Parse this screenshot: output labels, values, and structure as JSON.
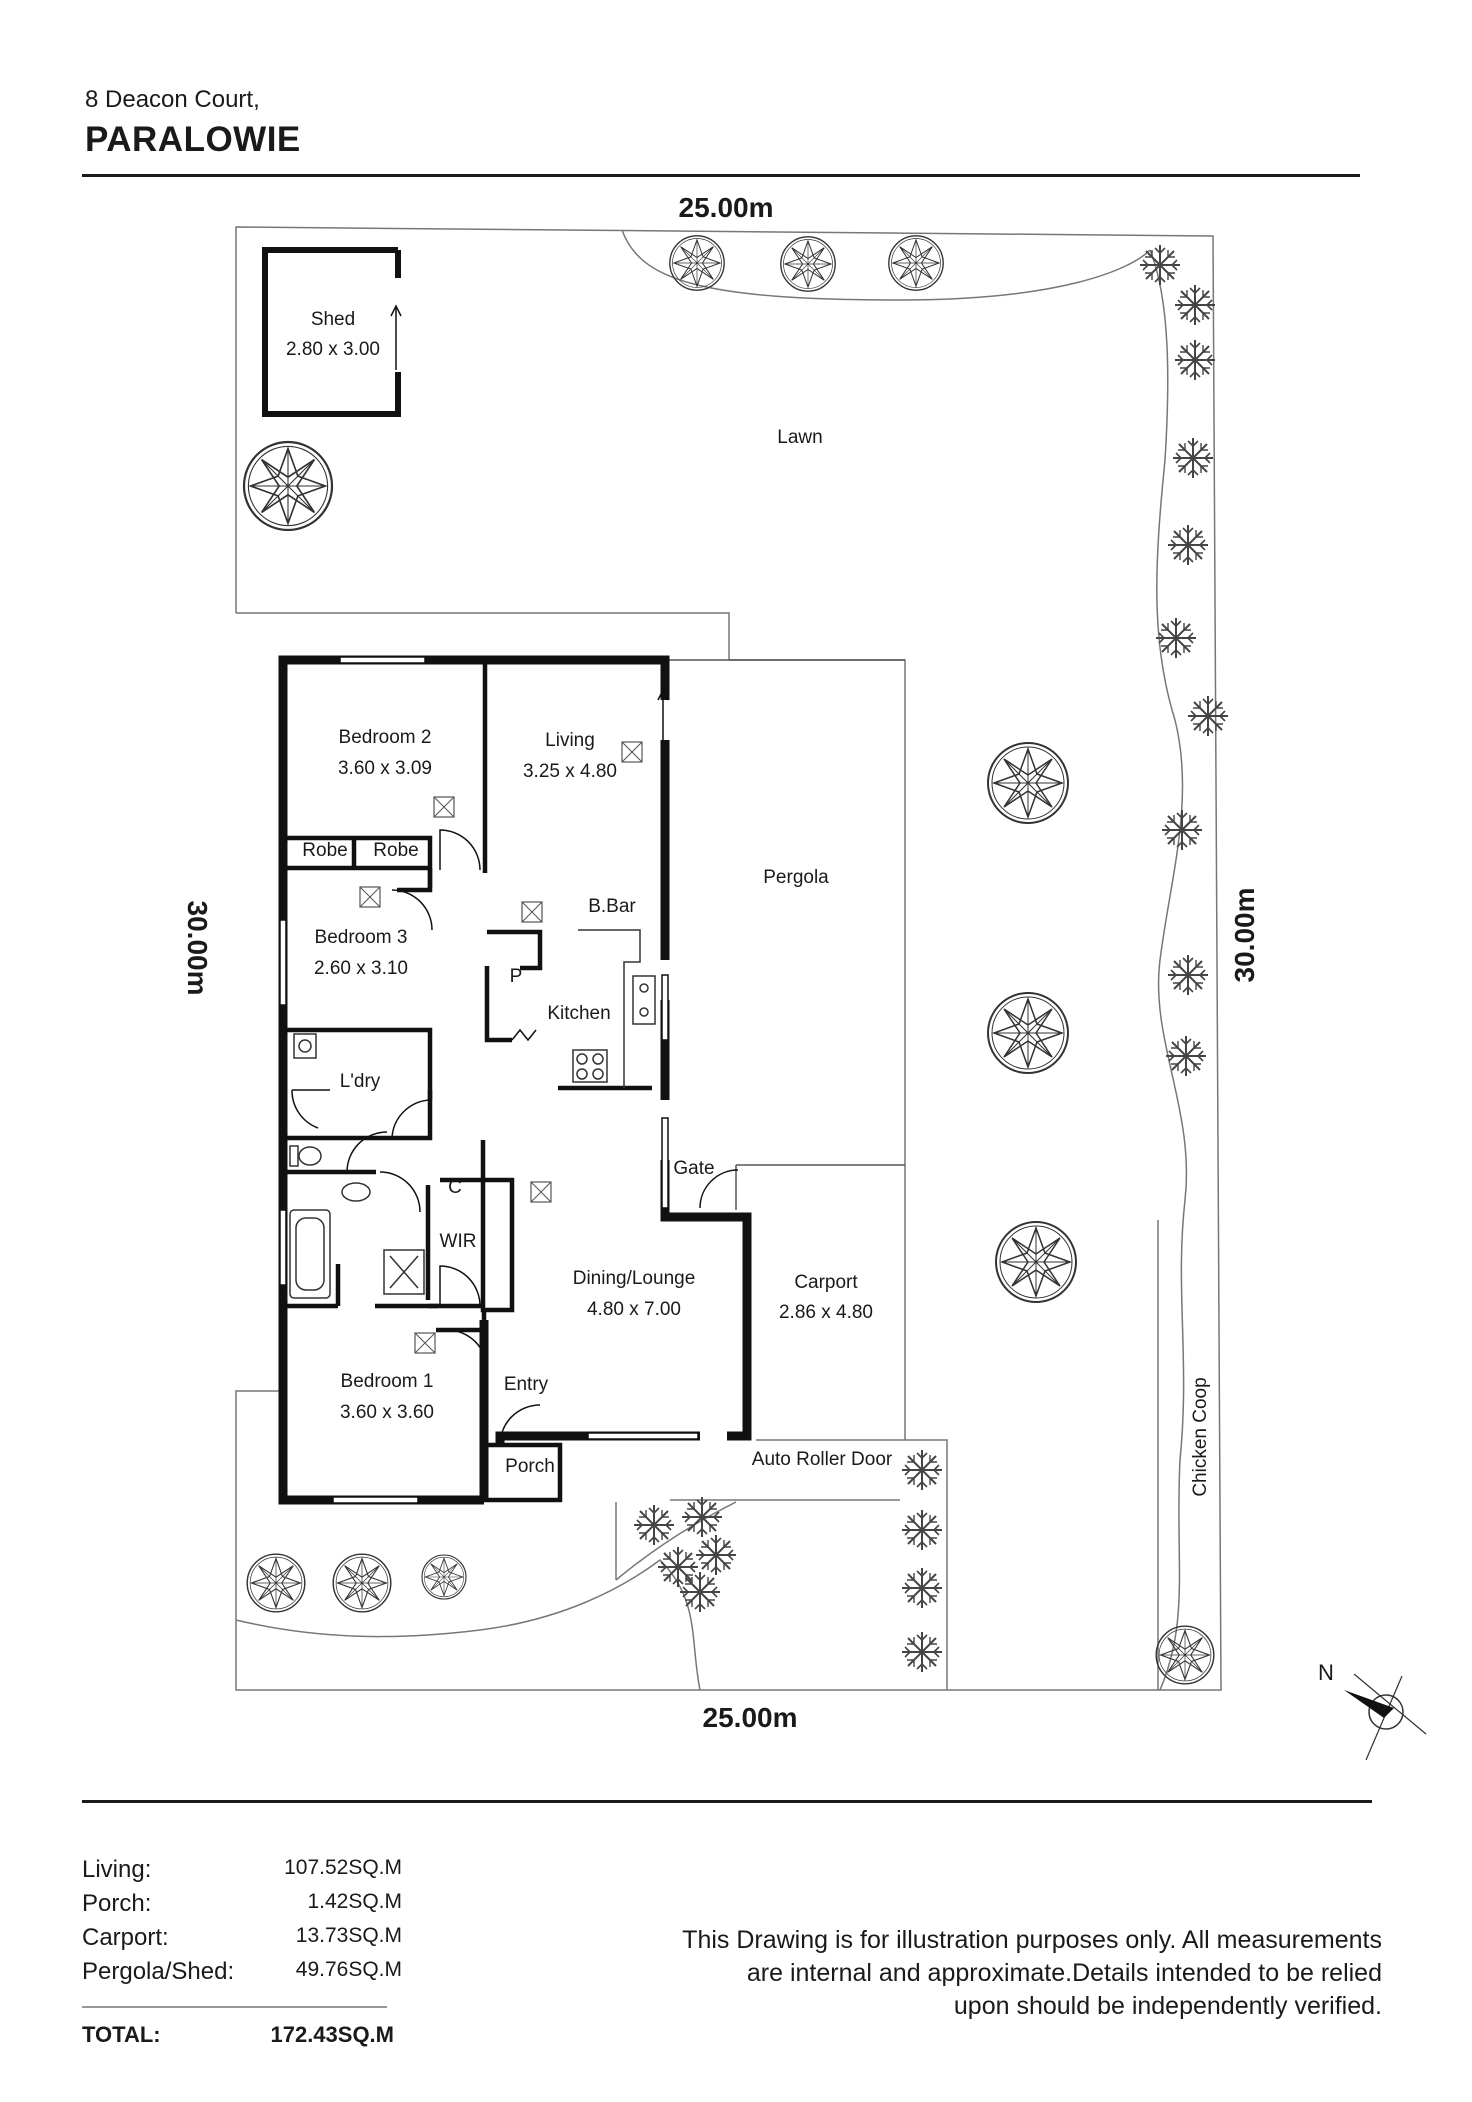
{
  "header": {
    "address": "8 Deacon Court,",
    "suburb": "PARALOWIE"
  },
  "boundary": {
    "top": "25.00m",
    "bottom": "25.00m",
    "left": "30.00m",
    "right": "30.00m"
  },
  "rooms": {
    "shed_name": "Shed",
    "shed_size": "2.80 x 3.00",
    "lawn": "Lawn",
    "bedroom2_name": "Bedroom 2",
    "bedroom2_size": "3.60 x 3.09",
    "living_name": "Living",
    "living_size": "3.25 x 4.80",
    "pergola": "Pergola",
    "robe_left": "Robe",
    "robe_right": "Robe",
    "bedroom3_name": "Bedroom 3",
    "bedroom3_size": "2.60 x 3.10",
    "bbar": "B.Bar",
    "pantry": "P",
    "kitchen": "Kitchen",
    "laundry": "L'dry",
    "gate": "Gate",
    "cupboard": "C",
    "wir": "WIR",
    "dining_name": "Dining/Lounge",
    "dining_size": "4.80 x 7.00",
    "carport_name": "Carport",
    "carport_size": "2.86 x 4.80",
    "bedroom1_name": "Bedroom 1",
    "bedroom1_size": "3.60 x 3.60",
    "entry": "Entry",
    "porch": "Porch",
    "roller_door": "Auto Roller Door",
    "chicken_coop": "Chicken Coop"
  },
  "compass": {
    "label": "N"
  },
  "areas": [
    {
      "label": "Living:",
      "value": "107.52SQ.M"
    },
    {
      "label": "Porch:",
      "value": "1.42SQ.M"
    },
    {
      "label": "Carport:",
      "value": "13.73SQ.M"
    },
    {
      "label": "Pergola/Shed:",
      "value": "49.76SQ.M"
    }
  ],
  "total": {
    "label": "TOTAL:",
    "value": "172.43SQ.M"
  },
  "disclaimer": [
    "This Drawing is for illustration purposes only. All measurements",
    "are internal and approximate.Details intended to be relied",
    "upon should be independently verified."
  ]
}
